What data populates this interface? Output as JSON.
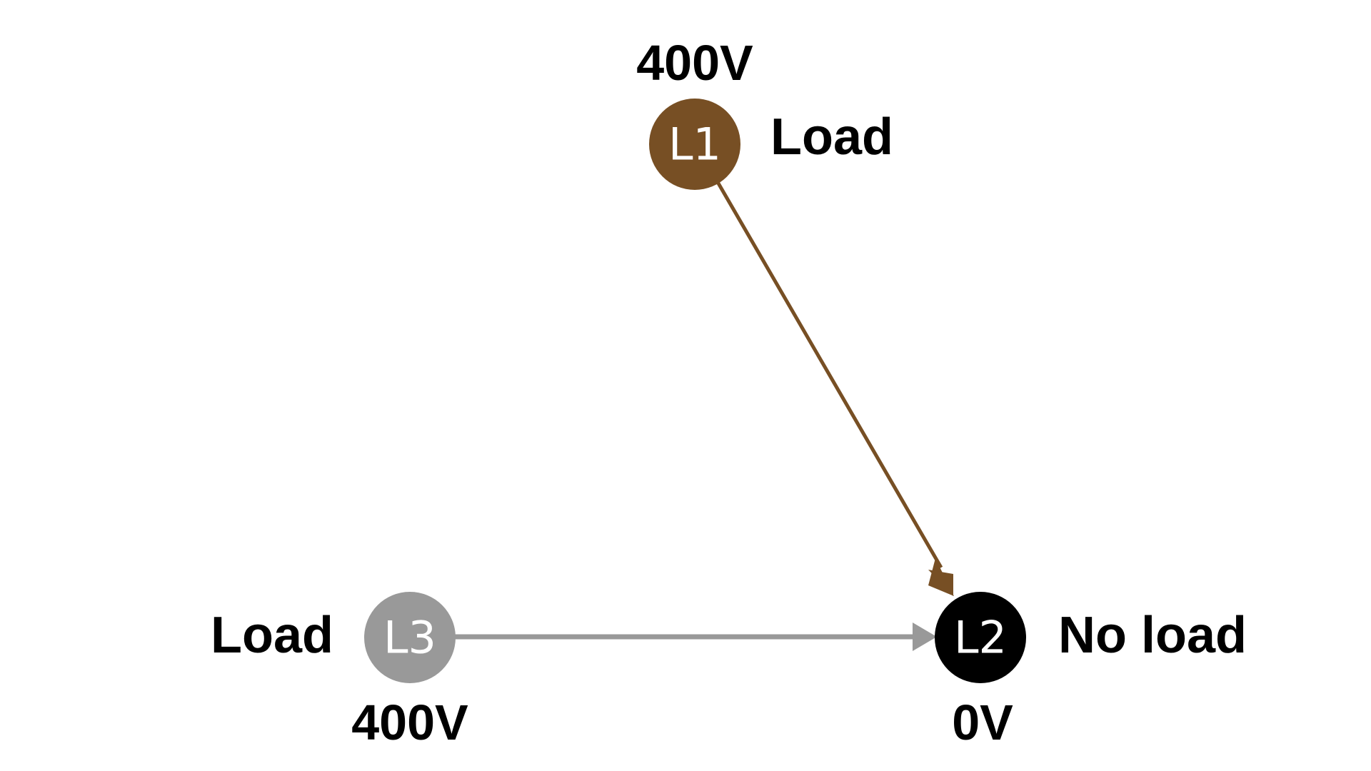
{
  "colors": {
    "l1": "#774f24",
    "l2": "#000000",
    "l3": "#999999",
    "text": "#000000",
    "node_text": "#ffffff"
  },
  "nodes": {
    "l1": {
      "label": "L1",
      "voltage": "400V",
      "status": "Load"
    },
    "l2": {
      "label": "L2",
      "voltage": "0V",
      "status": "No load"
    },
    "l3": {
      "label": "L3",
      "voltage": "400V",
      "status": "Load"
    }
  },
  "edges": [
    {
      "from": "L1",
      "to": "L2",
      "color": "#774f24"
    },
    {
      "from": "L3",
      "to": "L2",
      "color": "#999999"
    }
  ]
}
